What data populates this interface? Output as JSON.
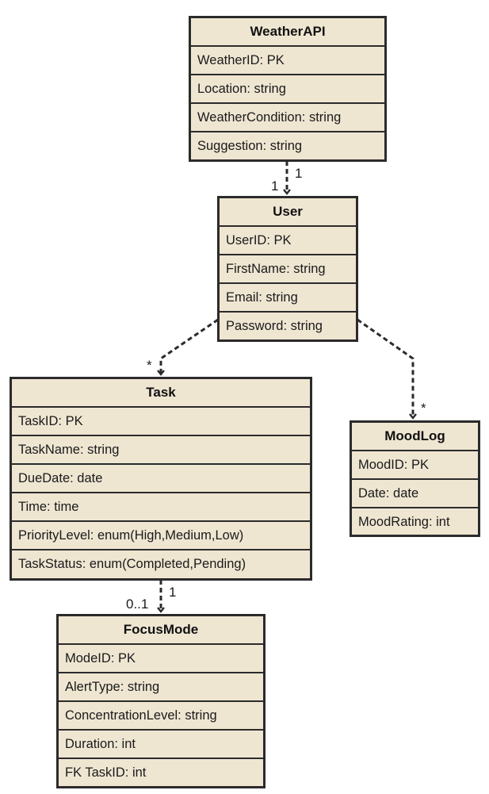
{
  "entities": {
    "weather": {
      "name": "WeatherAPI",
      "attrs": [
        "WeatherID: PK",
        "Location: string",
        "WeatherCondition: string",
        "Suggestion: string"
      ]
    },
    "user": {
      "name": "User",
      "attrs": [
        "UserID: PK",
        "FirstName: string",
        "Email: string",
        "Password: string"
      ]
    },
    "task": {
      "name": "Task",
      "attrs": [
        "TaskID: PK",
        "TaskName: string",
        "DueDate: date",
        "Time: time",
        "PriorityLevel: enum(High,Medium,Low)",
        "TaskStatus: enum(Completed,Pending)"
      ]
    },
    "mood": {
      "name": "MoodLog",
      "attrs": [
        "MoodID: PK",
        "Date: date",
        "MoodRating: int"
      ]
    },
    "focus": {
      "name": "FocusMode",
      "attrs": [
        "ModeID: PK",
        "AlertType: string",
        "ConcentrationLevel: string",
        "Duration: int",
        "FK TaskID: int"
      ]
    }
  },
  "relations": {
    "weather_user": {
      "source_mult": "1",
      "target_mult": "1"
    },
    "user_task": {
      "target_mult": "*"
    },
    "user_mood": {
      "target_mult": "*"
    },
    "task_focus": {
      "source_mult": "1",
      "target_mult": "0..1"
    }
  },
  "colors": {
    "box_fill": "#efe6d2",
    "border": "#2b2b2b"
  }
}
